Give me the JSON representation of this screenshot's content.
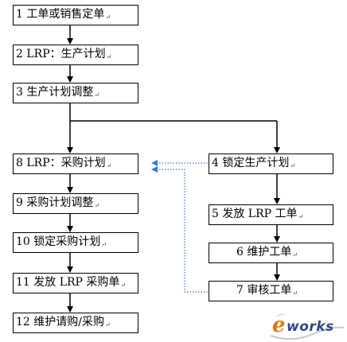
{
  "steps": {
    "s1": "1 工单或销售定单",
    "s2": "2 LRP：生产计划",
    "s3": "3 生产计划调整",
    "s4": "4 锁定生产计划",
    "s5": "5 发放 LRP 工单",
    "s6": "6 维护工单",
    "s7": "7 审核工单",
    "s8": "8 LRP：采购计划",
    "s9": "9 采购计划调整",
    "s10": "10 锁定采购计划",
    "s11": "11 发放 LRP 采购单",
    "s12": "12 维护请购/采购"
  },
  "logo": {
    "e": "e",
    "works": "works"
  },
  "colors": {
    "box_border": "#000000",
    "solid_arrow": "#000000",
    "dotted_arrow": "#3a78d6",
    "logo_e": "#e07a12",
    "logo_text": "#2b4a8a"
  }
}
